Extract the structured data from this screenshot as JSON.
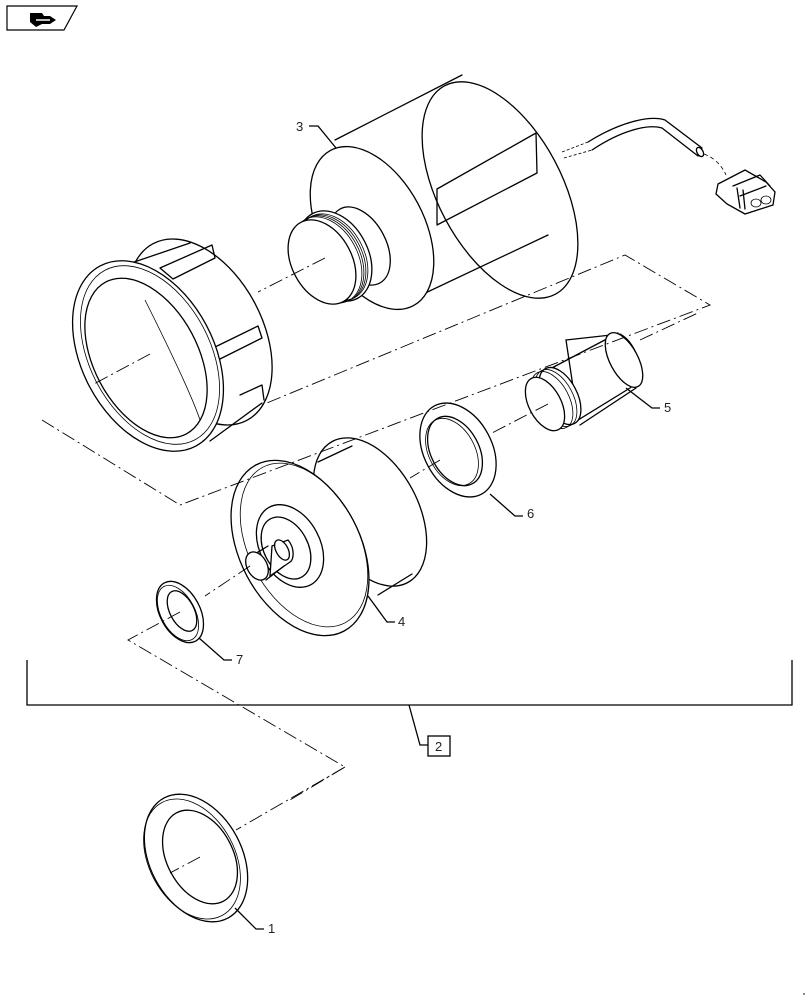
{
  "diagram": {
    "type": "exploded-parts-view",
    "nav_badge": {
      "icon": "navigation-arrow-icon",
      "shape": "parallelogram"
    },
    "callouts": [
      {
        "id": "1",
        "label": "1",
        "part": "seal-ring"
      },
      {
        "id": "2",
        "label": "2",
        "part": "assembly-kit",
        "boxed": true
      },
      {
        "id": "3",
        "label": "3",
        "part": "sensor-housing-with-cable"
      },
      {
        "id": "4",
        "label": "4",
        "part": "stepped-piston"
      },
      {
        "id": "5",
        "label": "5",
        "part": "grooved-plunger"
      },
      {
        "id": "6",
        "label": "6",
        "part": "washer"
      },
      {
        "id": "7",
        "label": "7",
        "part": "small-washer"
      }
    ],
    "parts": [
      {
        "name": "retaining-nut",
        "labeled": false
      },
      {
        "name": "connector-plug",
        "labeled": false
      }
    ],
    "colors": {
      "line": "#000000",
      "background": "#ffffff",
      "label": "#222222"
    }
  }
}
